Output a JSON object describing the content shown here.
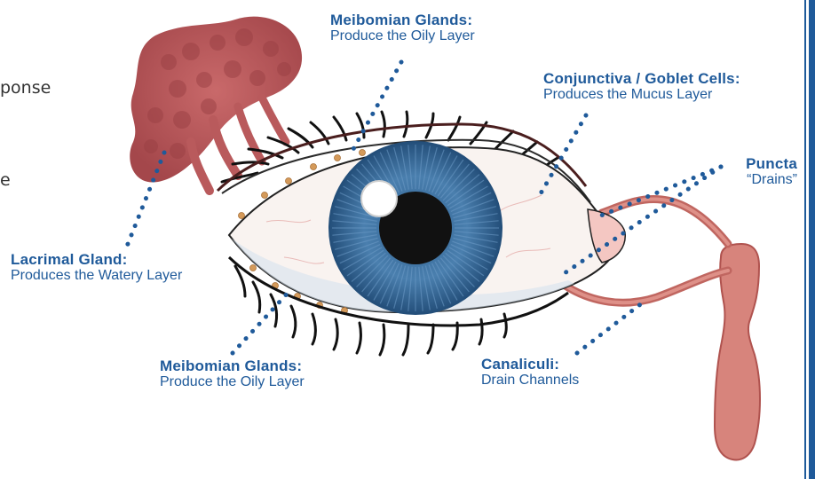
{
  "cut_text": {
    "line1": "ponse",
    "line2": "e"
  },
  "labels": {
    "meibomian_top": {
      "title": "Meibomian Glands:",
      "sub": "Produce the Oily Layer"
    },
    "conjunctiva": {
      "title": "Conjunctiva / Goblet Cells:",
      "sub": "Produces the Mucus Layer"
    },
    "puncta": {
      "title": "Puncta",
      "sub": "“Drains”"
    },
    "lacrimal": {
      "title": "Lacrimal Gland:",
      "sub": "Produces the Watery Layer"
    },
    "meibomian_bottom": {
      "title": "Meibomian Glands:",
      "sub": "Produce the Oily Layer"
    },
    "canaliculi": {
      "title": "Canaliculi:",
      "sub": "Drain Channels"
    }
  },
  "colors": {
    "label_blue": "#1f5a9a",
    "dotted_leader": "#1f5a9a",
    "iris": "#3f6f9e",
    "pupil": "#111111",
    "sclera": "#f9f3f0",
    "gland": "#b95a5c",
    "duct": "#c96c64",
    "meibomian_dot": "#d49a5a"
  }
}
